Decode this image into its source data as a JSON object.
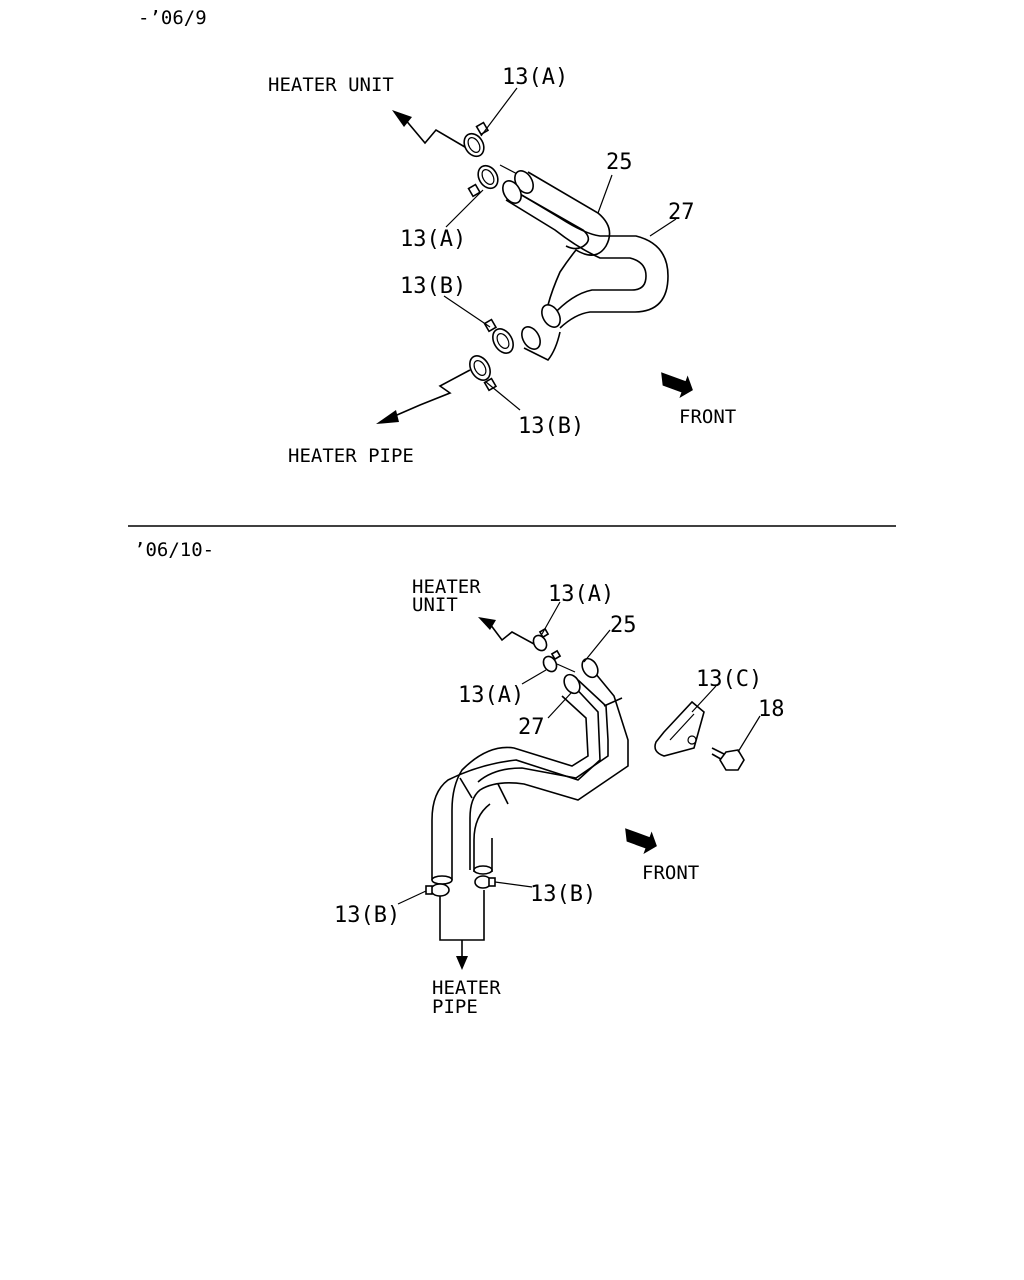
{
  "top": {
    "range": "-’06/9",
    "heater_unit": "HEATER UNIT",
    "heater_pipe": "HEATER PIPE",
    "front": "FRONT",
    "callouts": [
      "13(A)",
      "13(A)",
      "25",
      "27",
      "13(B)",
      "13(B)"
    ]
  },
  "bottom": {
    "range": "’06/10-",
    "heater_unit": [
      "HEATER",
      "UNIT"
    ],
    "heater_pipe": [
      "HEATER",
      "PIPE"
    ],
    "front": "FRONT",
    "callouts": [
      "13(A)",
      "25",
      "13(A)",
      "27",
      "13(C)",
      "18",
      "13(B)",
      "13(B)"
    ]
  }
}
